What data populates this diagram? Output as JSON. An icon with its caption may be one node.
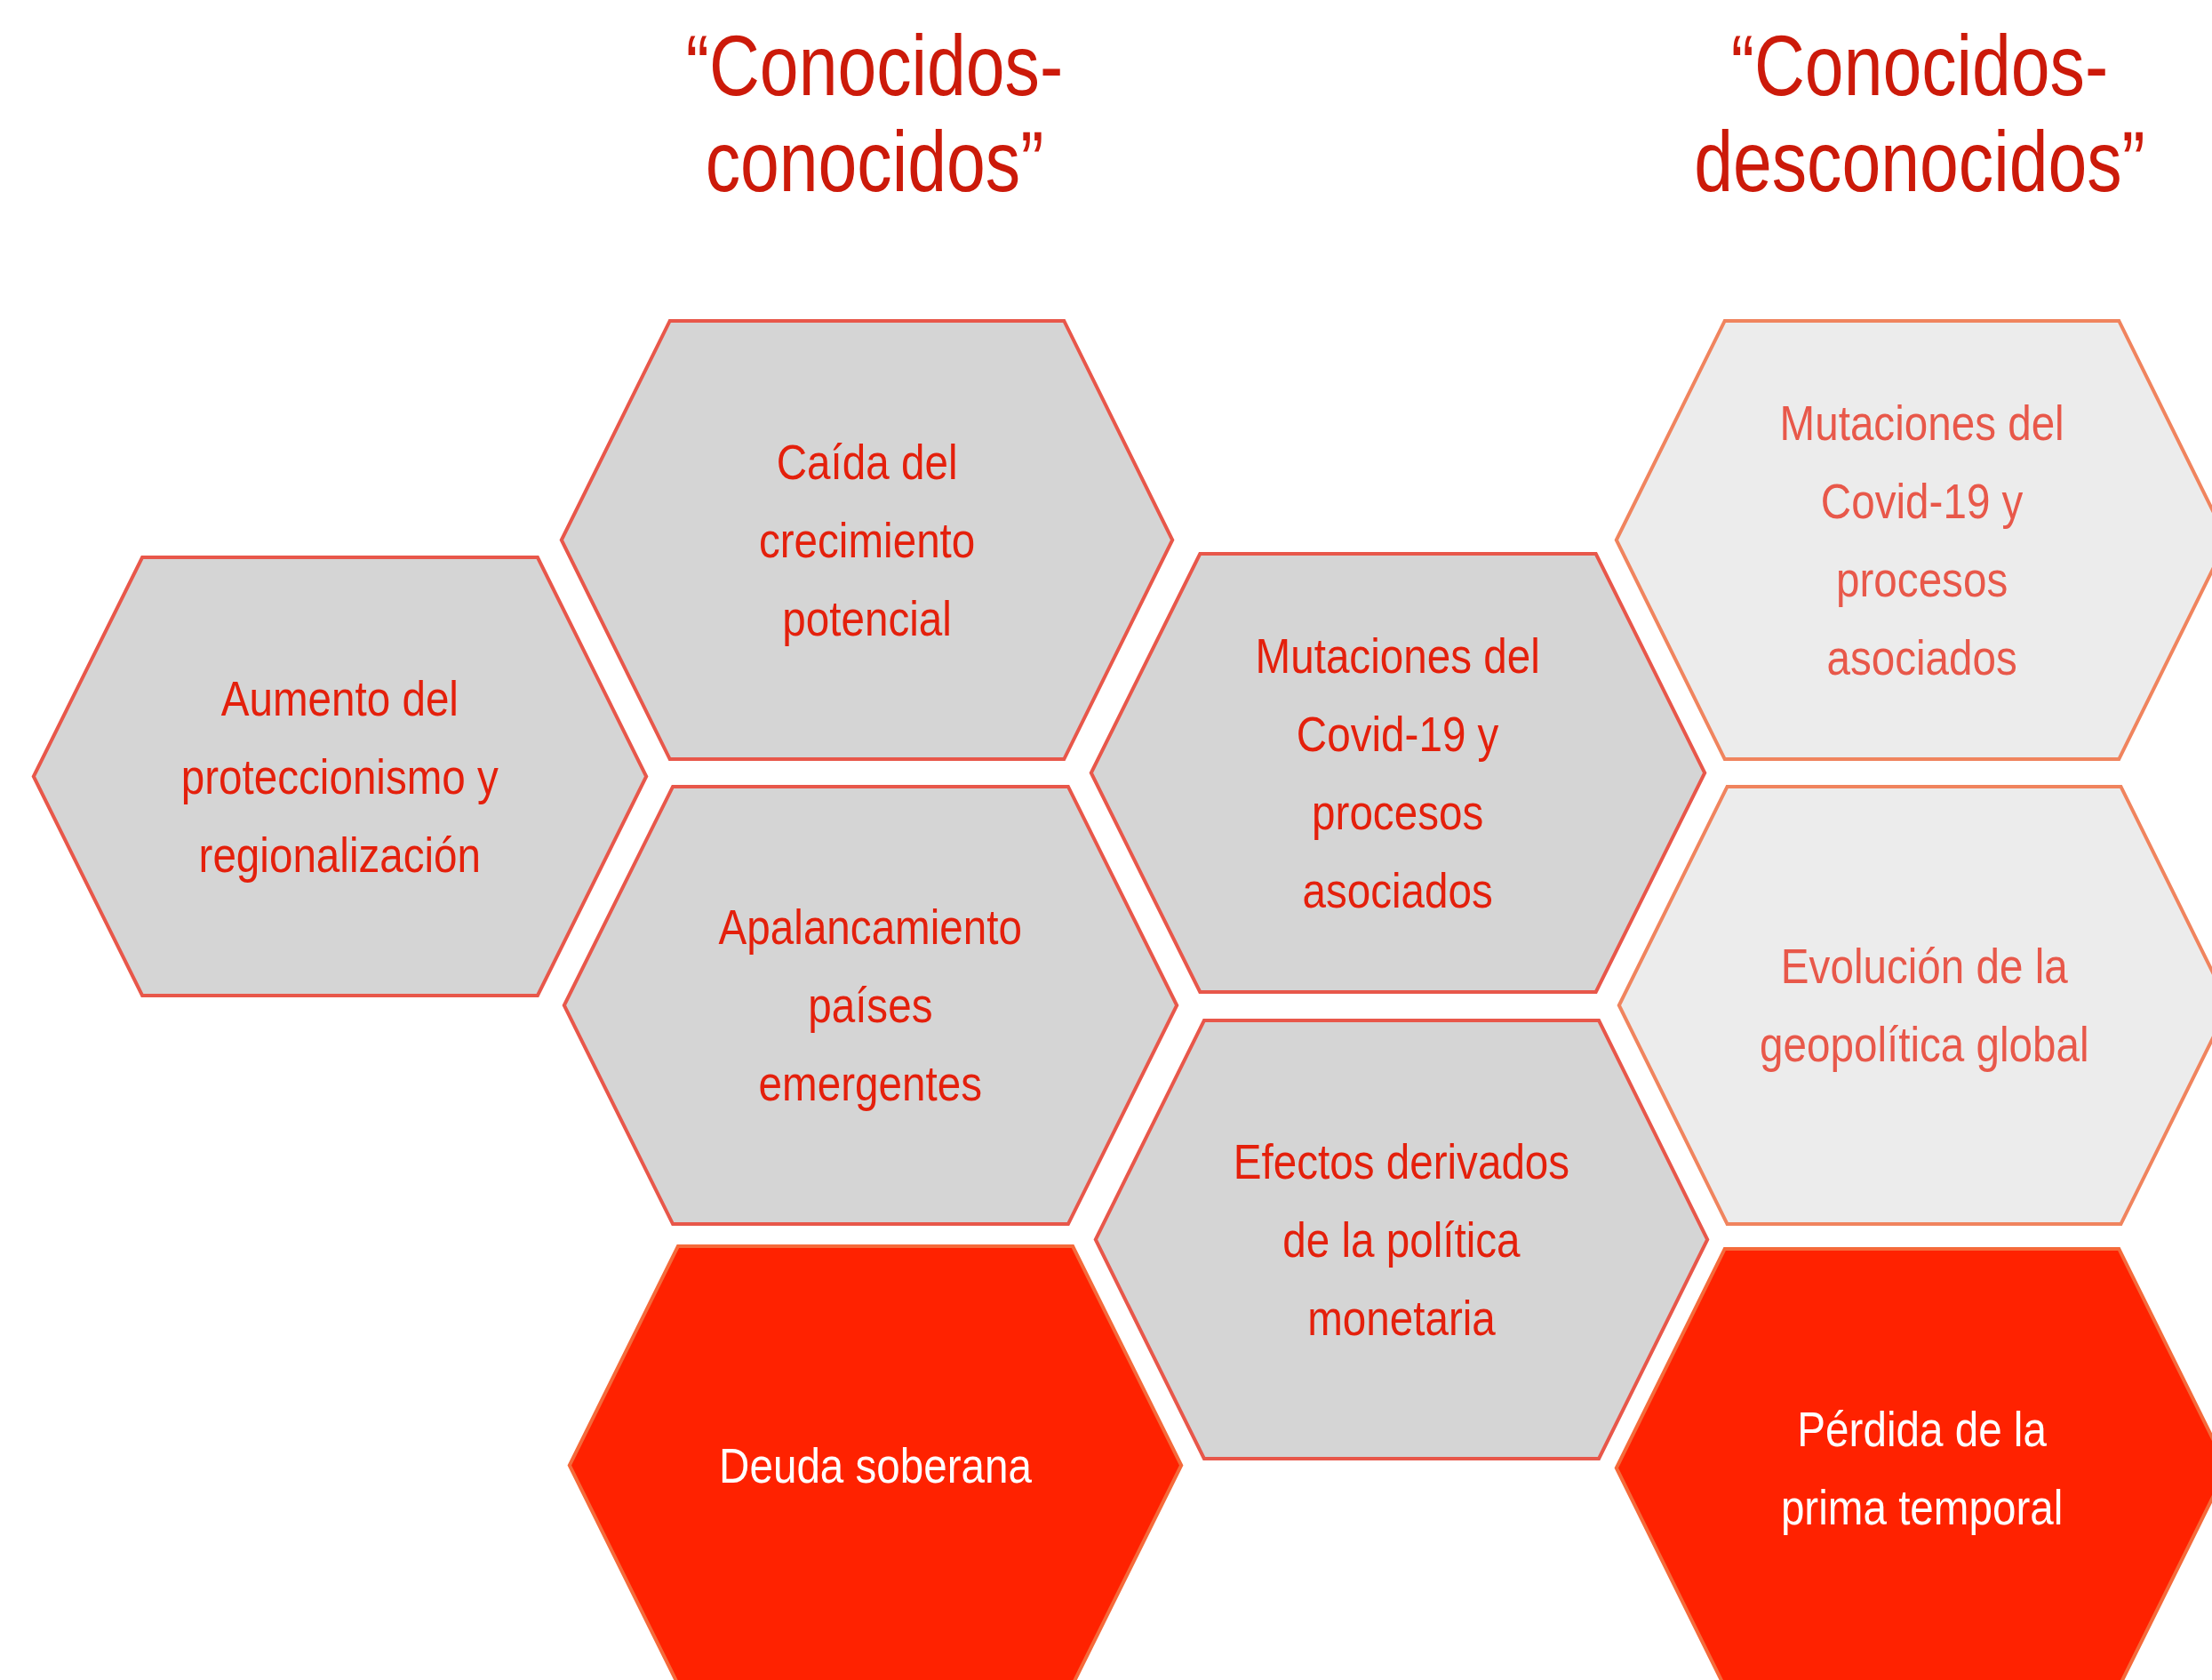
{
  "diagram": {
    "nodes": [
      {
        "text": [
          "Aumento del proteccionismo y regionalización"
        ]
      },
      {
        "text": [
          "Caída del crecimiento potencial"
        ]
      },
      {
        "text": [
          "Apalancamiento países emergentes"
        ]
      },
      {
        "text": [
          "Deuda soberana"
        ]
      },
      {
        "text": [
          "Mutaciones del Covid-19 y procesos asociados"
        ]
      },
      {
        "text": [
          "Efectos derivados de la política monetaria"
        ]
      },
      {
        "text": [
          "Mutaciones del Covid-19 y procesos asociados"
        ]
      },
      {
        "text": [
          "Evolución de la geopolítica global"
        ]
      },
      {
        "text": [
          "Pérdida de la prima temporal"
        ]
      }
    ],
    "labels": [
      "“Conocidos-conocidos”",
      "“Conocidos-desconocidos”"
    ]
  }
}
